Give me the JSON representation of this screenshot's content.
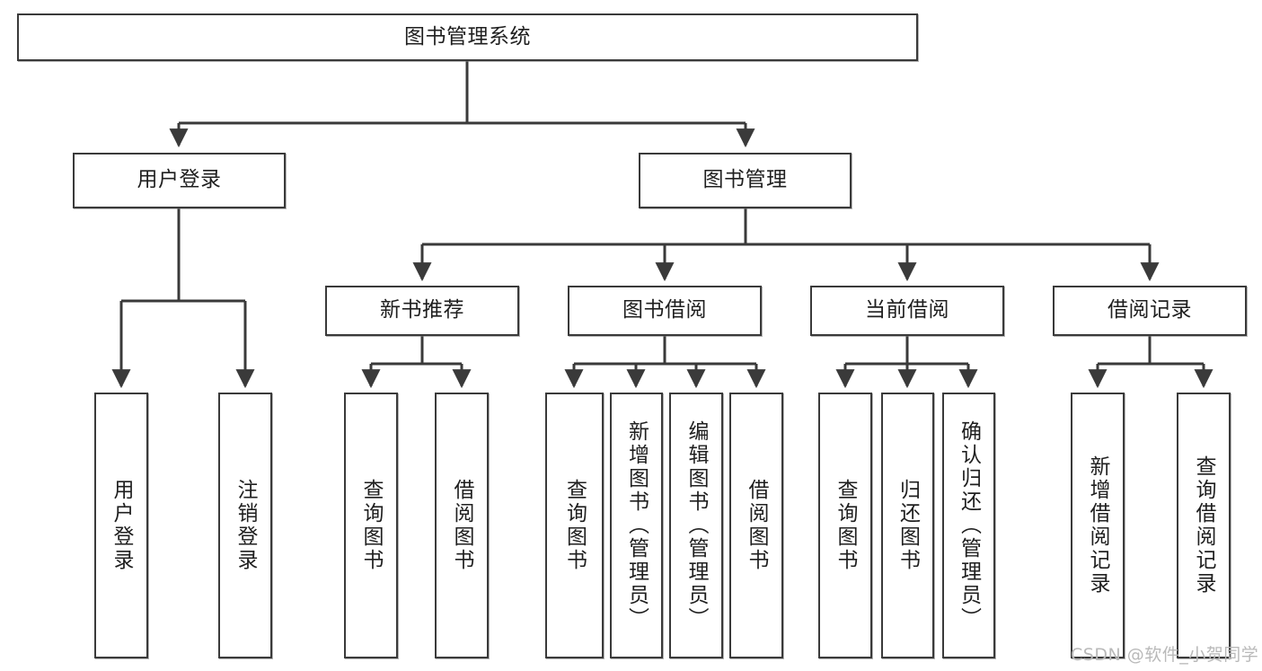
{
  "diagram": {
    "title_node": {
      "label": "图书管理系统"
    },
    "level1": [
      {
        "id": "user-login",
        "label": "用户登录"
      },
      {
        "id": "book-management",
        "label": "图书管理"
      }
    ],
    "level2": [
      {
        "id": "new-book-recommend",
        "label": "新书推荐"
      },
      {
        "id": "book-borrow",
        "label": "图书借阅"
      },
      {
        "id": "current-borrow",
        "label": "当前借阅"
      },
      {
        "id": "borrow-record",
        "label": "借阅记录"
      }
    ],
    "leaves": {
      "user_login": [
        {
          "id": "leaf-user-login",
          "label": "用户登录"
        },
        {
          "id": "leaf-logout-login",
          "label": "注销登录"
        }
      ],
      "new_book_recommend": [
        {
          "id": "leaf-query-book-1",
          "label": "查询图书"
        },
        {
          "id": "leaf-borrow-book-1",
          "label": "借阅图书"
        }
      ],
      "book_borrow": [
        {
          "id": "leaf-query-book-2",
          "label": "查询图书"
        },
        {
          "id": "leaf-add-book",
          "label": "新增图书（管理员）"
        },
        {
          "id": "leaf-edit-book",
          "label": "编辑图书（管理员）"
        },
        {
          "id": "leaf-borrow-book-2",
          "label": "借阅图书"
        }
      ],
      "current_borrow": [
        {
          "id": "leaf-query-book-3",
          "label": "查询图书"
        },
        {
          "id": "leaf-return-book",
          "label": "归还图书"
        },
        {
          "id": "leaf-confirm-return",
          "label": "确认归还（管理员）"
        }
      ],
      "borrow_record": [
        {
          "id": "leaf-add-record",
          "label": "新增借阅记录"
        },
        {
          "id": "leaf-query-record",
          "label": "查询借阅记录"
        }
      ]
    }
  },
  "watermark": {
    "text": "CSDN @软件_小贺同学"
  },
  "colors": {
    "border": "#3a3a3a",
    "text": "#1f1f1f",
    "background": "#ffffff",
    "watermark": "#b9b9b9"
  }
}
